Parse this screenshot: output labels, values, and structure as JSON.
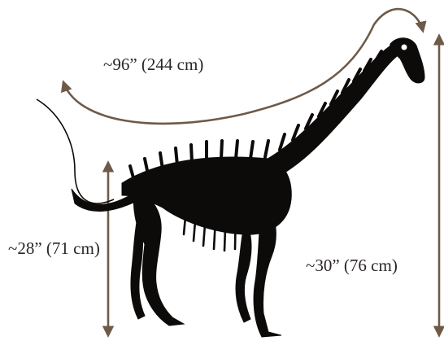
{
  "subject": "dinosaur-skeleton-silhouette",
  "colors": {
    "arrow": "#6f5a48",
    "skeleton": "#0d0b0a",
    "text": "#2a2624",
    "background": "#ffffff"
  },
  "measurements": {
    "length_label": "~96” (244 cm)",
    "hip_height_label": "~28” (71 cm)",
    "total_height_label": "~30” (76 cm)"
  }
}
